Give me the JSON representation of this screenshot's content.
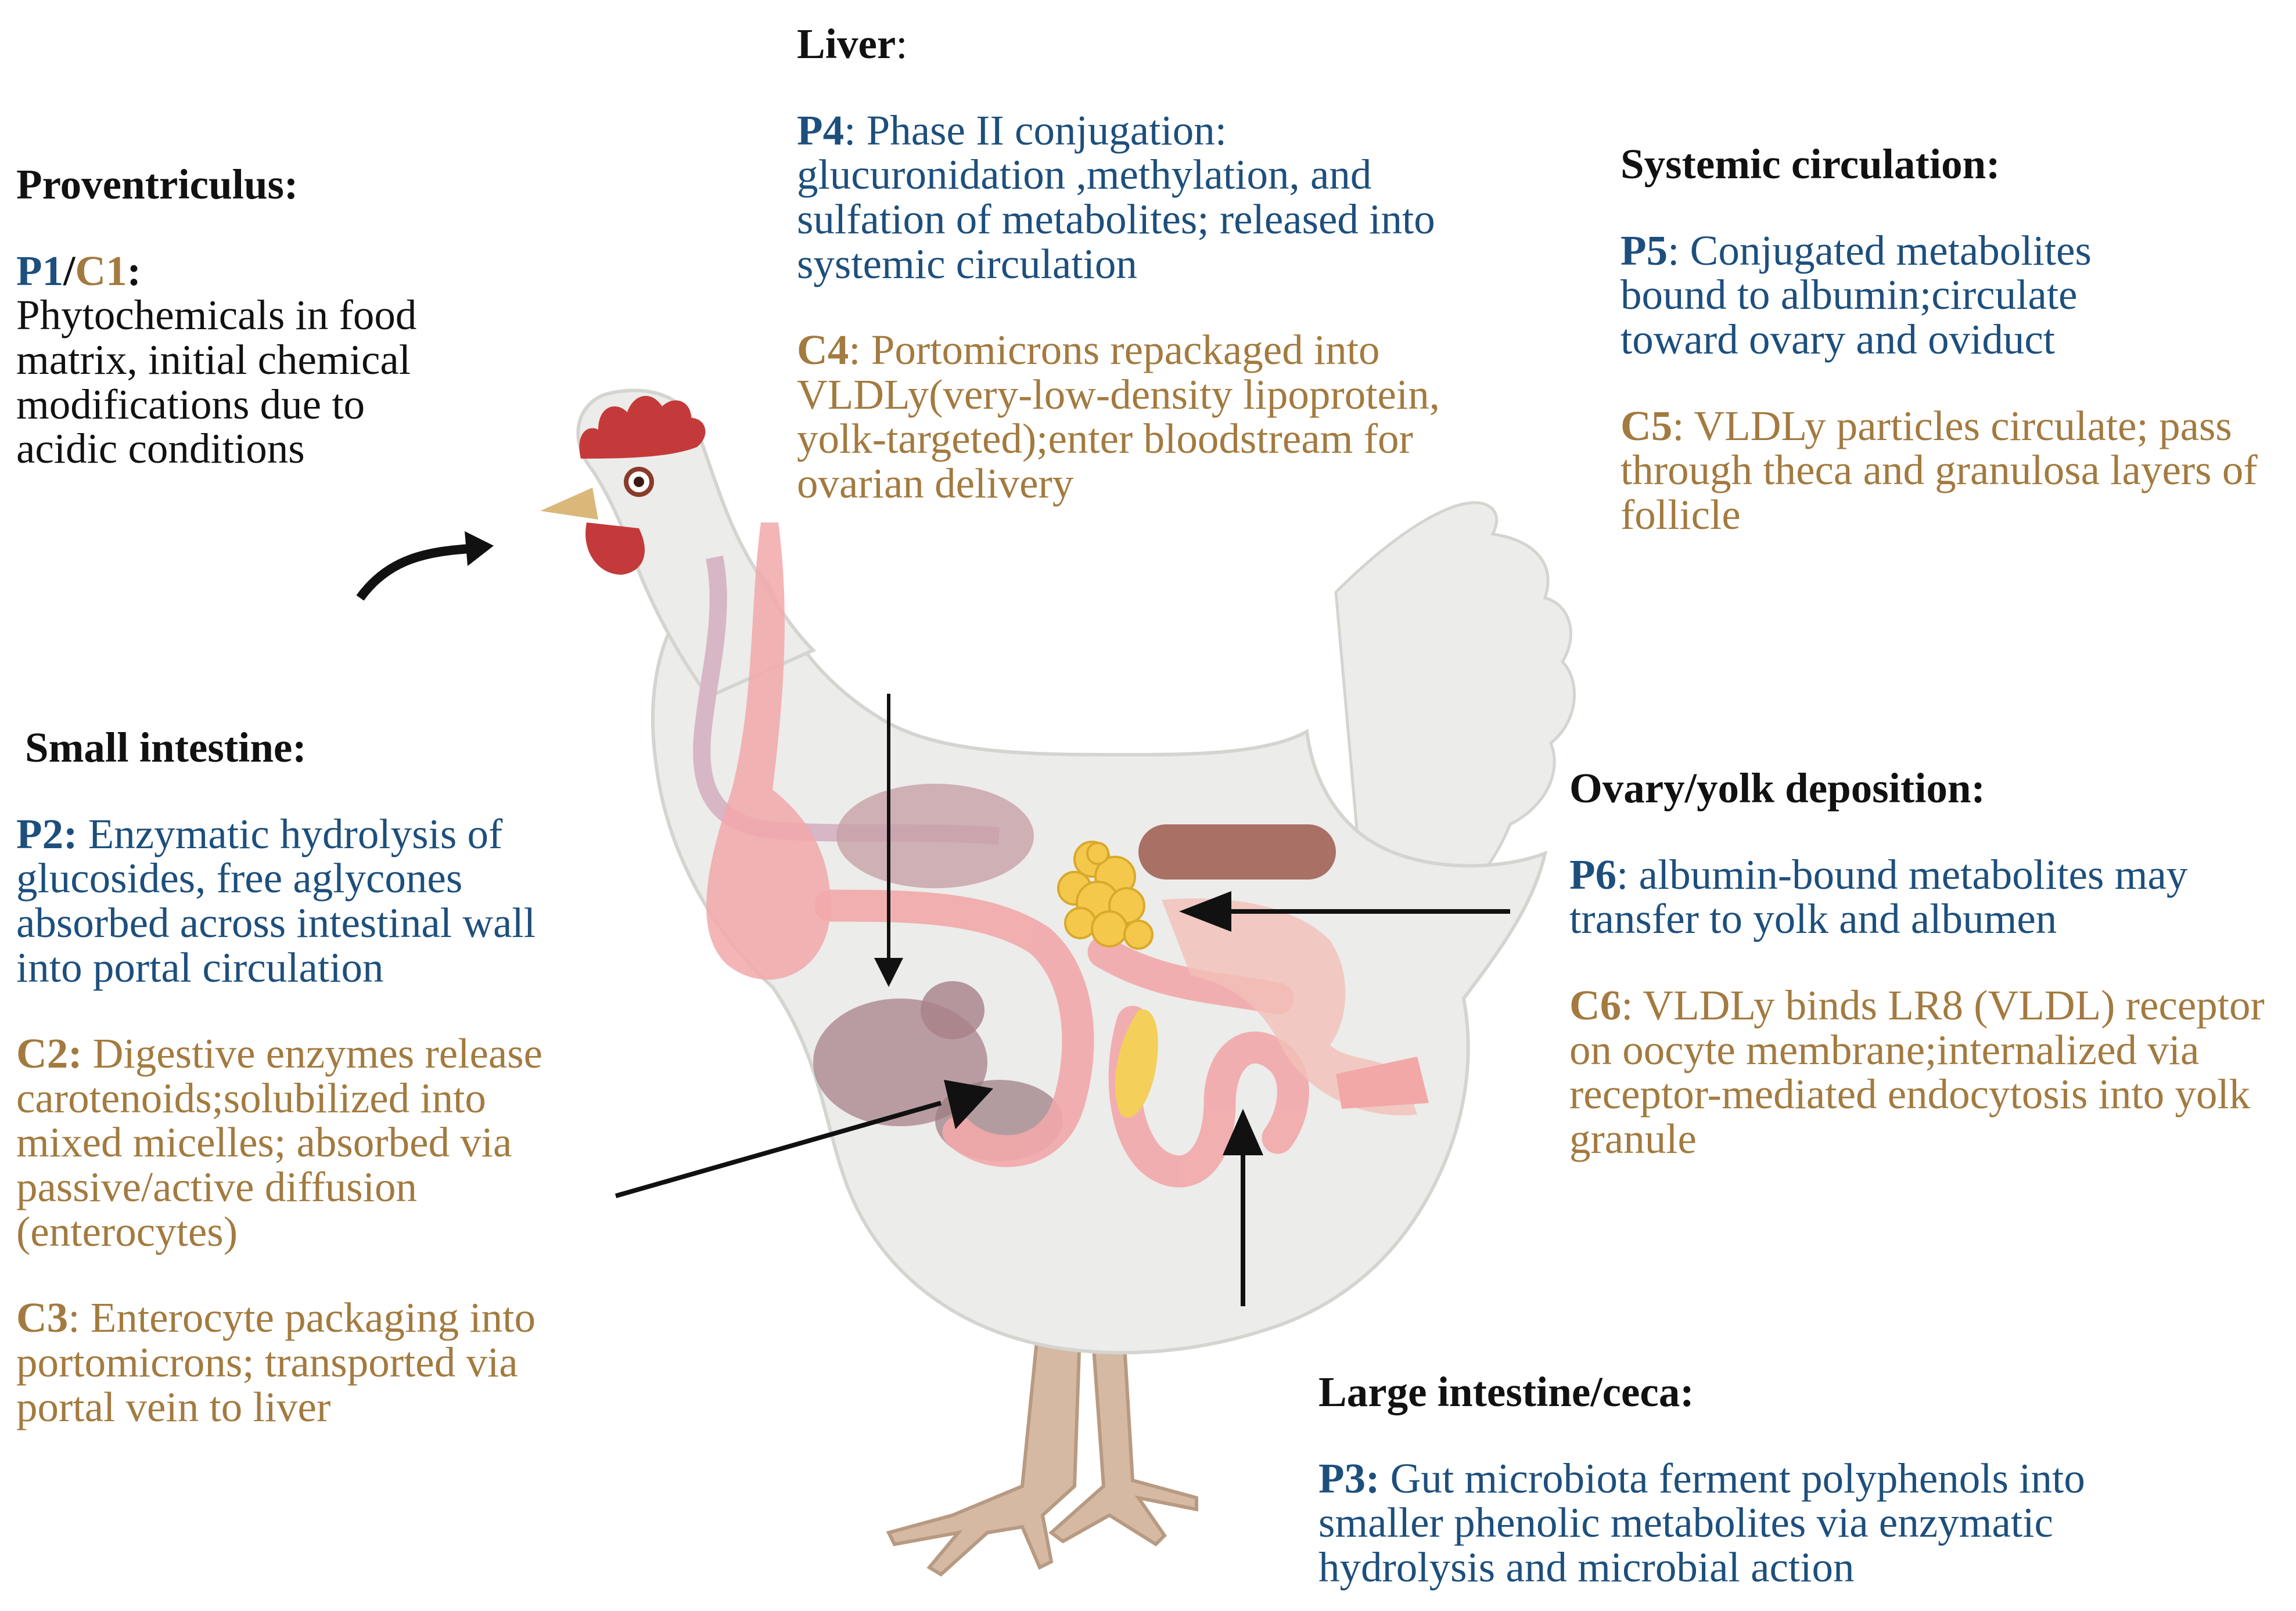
{
  "colors": {
    "p_pathway": "#1d4f7d",
    "c_pathway": "#a37a3f",
    "heading": "#111111",
    "arrow": "#111111",
    "hen_body": "#ececea",
    "comb_wattle": "#c43a3a",
    "gi_tract": "#f2a8aa",
    "yolk_follicles": "#f4c84a",
    "legs": "#d6b9a2"
  },
  "icons": [
    "hen-illustration",
    "curved-arrow-icon",
    "arrow-icon"
  ],
  "proventriculus": {
    "heading": "Proventriculus:",
    "code_p": "P1",
    "slash": "/",
    "code_c": "C1",
    "colon": ":",
    "text": "Phytochemicals in food matrix, initial chemical modifications due to acidic conditions"
  },
  "liver": {
    "heading": "Liver",
    "heading_colon": ":",
    "p4_code": "P4",
    "p4_text": ": Phase II conjugation: glucuronidation ,methylation, and sulfation of metabolites; released into systemic circulation",
    "c4_code": "C4",
    "c4_text": ": Portomicrons repackaged into VLDLy(very-low-density lipoprotein, yolk-targeted);enter bloodstream for ovarian delivery"
  },
  "systemic": {
    "heading": "Systemic circulation:",
    "p5_code": "P5",
    "p5_text": ": Conjugated metabolites bound to albumin;circulate toward ovary and oviduct",
    "c5_code": "C5",
    "c5_text": ": VLDLy particles circulate; pass through theca and granulosa layers of follicle"
  },
  "small_intestine": {
    "heading": "Small intestine:",
    "p2_code": "P2:",
    "p2_text": " Enzymatic hydrolysis of glucosides, free aglycones absorbed across intestinal wall into portal circulation",
    "c2_code": "C2:",
    "c2_text": " Digestive enzymes release carotenoids;solubilized into mixed micelles; absorbed via passive/active diffusion (enterocytes)",
    "c3_code": "C3",
    "c3_text": ": Enterocyte packaging into portomicrons; transported via portal vein to liver"
  },
  "ovary": {
    "heading": "Ovary/yolk deposition:",
    "p6_code": "P6",
    "p6_text": ": albumin-bound metabolites may transfer to yolk and albumen",
    "c6_code": "C6",
    "c6_text": ": VLDLy binds LR8 (VLDL) receptor on oocyte membrane;internalized via receptor-mediated endocytosis into yolk granule"
  },
  "large_intestine": {
    "heading": "Large intestine/ceca:",
    "p3_code": "P3:",
    "p3_text": " Gut microbiota ferment polyphenols into smaller phenolic metabolites via enzymatic hydrolysis and microbial action"
  }
}
